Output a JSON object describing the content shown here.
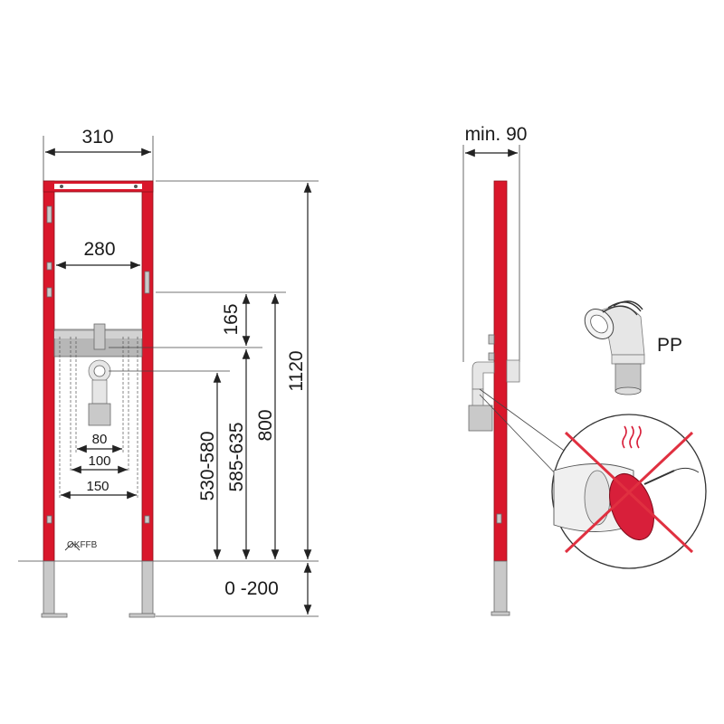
{
  "front_view": {
    "width_outer": "310",
    "width_inner": "280",
    "height_165": "165",
    "height_530_580": "530-580",
    "height_585_635": "585-635",
    "height_800": "800",
    "height_1120": "1120",
    "leg_range": "0 -200",
    "spacing_80": "80",
    "spacing_100": "100",
    "spacing_150": "150",
    "floor_label": "OKFFB"
  },
  "side_view": {
    "depth_min": "min. 90"
  },
  "accessory": {
    "material_label": "PP"
  },
  "colors": {
    "frame_red": "#d9172b",
    "cross_red": "#e03040",
    "line": "#222222"
  }
}
